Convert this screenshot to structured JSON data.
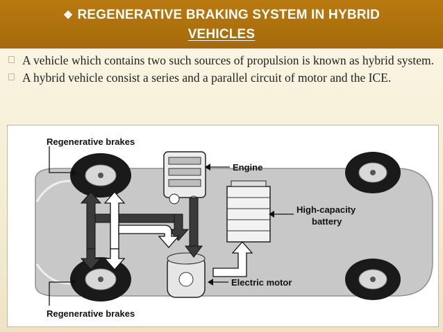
{
  "slide": {
    "title_line1": "REGENERATIVE BRAKING SYSTEM IN HYBRID",
    "title_line2": "VEHICLES",
    "title_icon": "diamond-bullet-icon"
  },
  "bullets": [
    "A vehicle which contains two such sources of propulsion is known as hybrid system.",
    "A hybrid vehicle consist a series and a parallel circuit of motor and  the ICE."
  ],
  "figure": {
    "label_regen_top": "Regenerative brakes",
    "label_regen_bottom": "Regenerative brakes",
    "label_engine": "Engine",
    "label_battery_line1": "High-capacity",
    "label_battery_line2": "battery",
    "label_motor": "Electric motor"
  },
  "colors": {
    "title_bar": "#b8790f",
    "background": "#fbf6e6",
    "body_car": "#c9c9c9"
  }
}
